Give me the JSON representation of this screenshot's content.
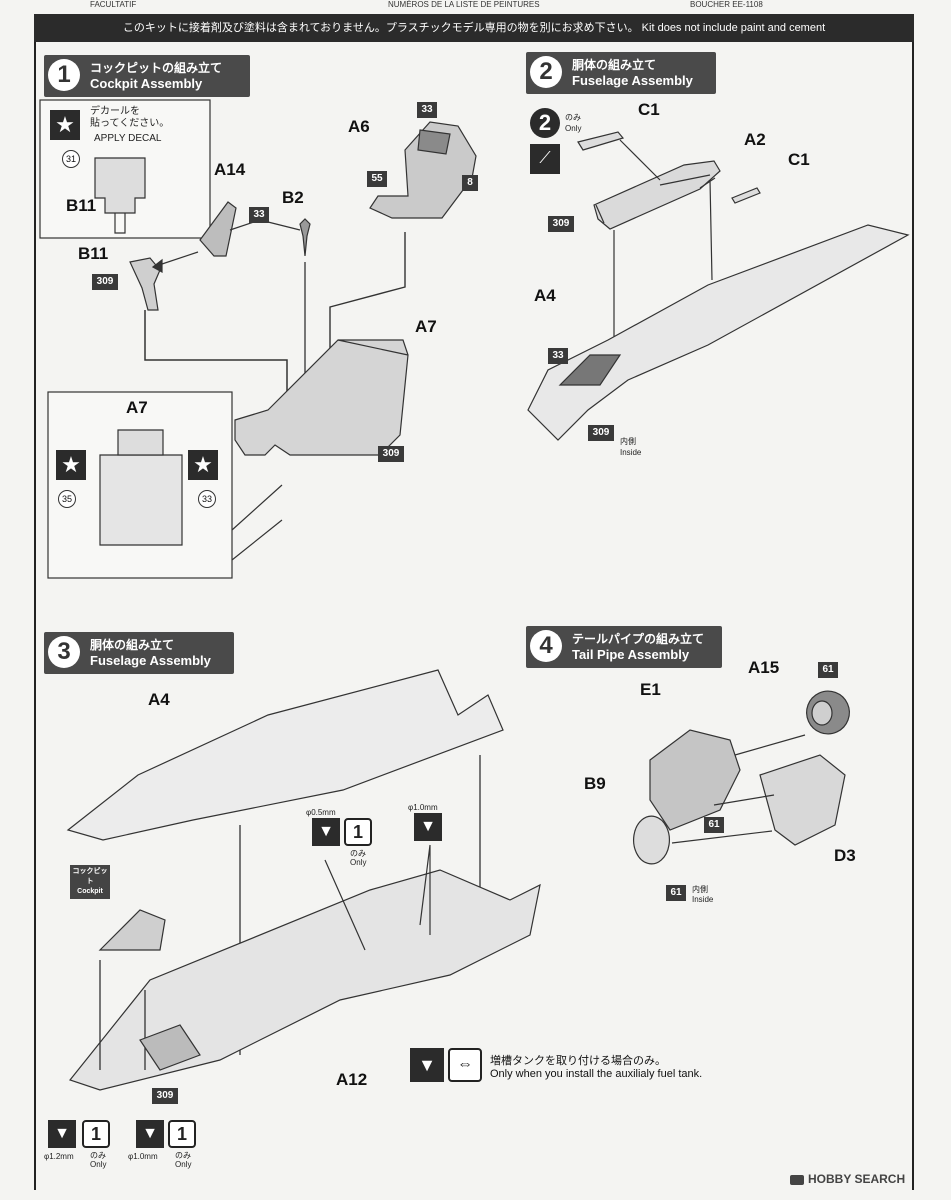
{
  "header": {
    "top_left": "FACULTATIF",
    "top_mid": "NUMÉROS DE LA LISTE DE PEINTURES",
    "top_right": "BOUCHER EE-1108",
    "banner": "このキットに接着剤及び塗料は含まれておりません。プラスチックモデル専用の物を別にお求め下さい。 Kit does not include paint and cement"
  },
  "steps": [
    {
      "num": "1",
      "jp": "コックピットの組み立て",
      "en": "Cockpit Assembly"
    },
    {
      "num": "2",
      "jp": "胴体の組み立て",
      "en": "Fuselage Assembly"
    },
    {
      "num": "3",
      "jp": "胴体の組み立て",
      "en": "Fuselage Assembly"
    },
    {
      "num": "4",
      "jp": "テールパイプの組み立て",
      "en": "Tail Pipe Assembly"
    }
  ],
  "step1": {
    "decal_jp": "デカールを\n貼ってください。",
    "decal_en": "APPLY DECAL",
    "c31": "31",
    "b11_a": "B11",
    "b11_b": "B11",
    "p309_a": "309",
    "a14": "A14",
    "b2": "B2",
    "c33_a": "33",
    "a6": "A6",
    "c33_b": "33",
    "c55": "55",
    "c8": "8",
    "a7": "A7",
    "p309_b": "309",
    "a7_inset": "A7",
    "c35": "35",
    "c33_c": "33"
  },
  "step2": {
    "only_jp": "のみ",
    "only_en": "Only",
    "c1_a": "C1",
    "a2": "A2",
    "c1_b": "C1",
    "p309_a": "309",
    "a4": "A4",
    "c33": "33",
    "p309_b": "309",
    "inside_jp": "内側",
    "inside_en": "Inside"
  },
  "step3": {
    "a4": "A4",
    "cockpit_jp": "コックピット",
    "cockpit_en": "Cockpit",
    "d05": "φ0.5mm",
    "d10_top": "φ1.0mm",
    "only_jp": "のみ",
    "only_en": "Only",
    "a12": "A12",
    "p309": "309",
    "tank_jp": "増槽タンクを取り付ける場合のみ。",
    "tank_en": "Only when you install the auxilialy fuel tank.",
    "d12": "φ1.2mm",
    "d10_bot": "φ1.0mm",
    "only_jp_b": "のみ",
    "only_en_b": "Only",
    "only_jp_c": "のみ",
    "only_en_c": "Only"
  },
  "step4": {
    "a15": "A15",
    "c61_a": "61",
    "e1": "E1",
    "b9": "B9",
    "c61_b": "61",
    "d3": "D3",
    "c61_c": "61",
    "inside_jp": "内側",
    "inside_en": "Inside"
  },
  "watermark": "HOBBY SEARCH"
}
